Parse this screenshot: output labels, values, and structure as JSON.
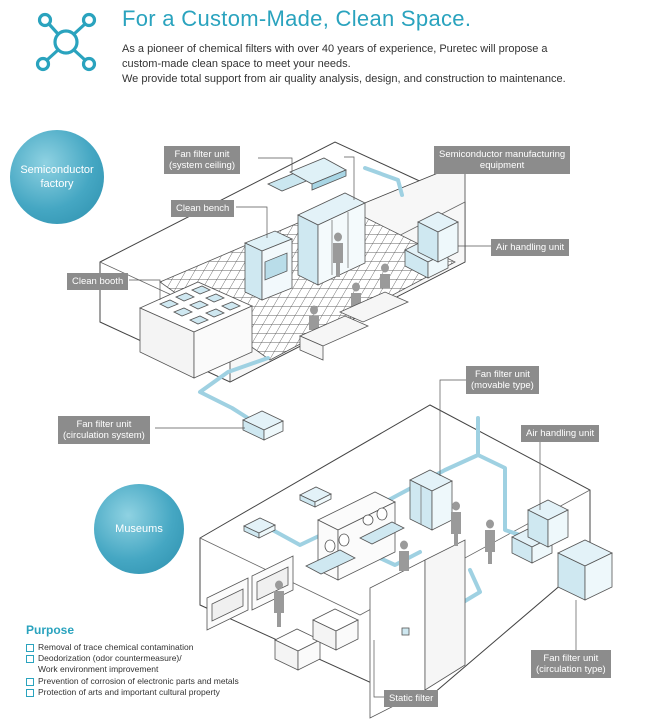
{
  "header": {
    "title": "For a Custom-Made, Clean Space.",
    "intro": [
      "As a pioneer of chemical filters with over 40 years of experience, Puretec will propose a",
      "custom-made clean space to meet your needs.",
      "We provide total support from air quality analysis, design, and construction to maintenance."
    ]
  },
  "sections": {
    "semiconductor": {
      "title": [
        "Semiconductor",
        "factory"
      ],
      "labels": {
        "ffu_ceiling": [
          "Fan filter unit",
          "(system ceiling)"
        ],
        "clean_bench": [
          "Clean bench"
        ],
        "clean_booth": [
          "Clean booth"
        ],
        "semi_equipment": [
          "Semiconductor manufacturing",
          "equipment"
        ],
        "ahu": [
          "Air handling unit"
        ],
        "ffu_circulation": [
          "Fan filter unit",
          "(circulation system)"
        ]
      }
    },
    "museums": {
      "title": [
        "Museums"
      ],
      "labels": {
        "ffu_movable": [
          "Fan filter unit",
          "(movable type)"
        ],
        "ahu": [
          "Air handling unit"
        ],
        "ffu_circulation_type": [
          "Fan filter unit",
          "(circulation type)"
        ],
        "static_filter": [
          "Static filter"
        ]
      }
    }
  },
  "purpose": {
    "title": "Purpose",
    "items": [
      [
        "Removal of trace chemical contamination"
      ],
      [
        "Deodorization (odor countermeasure)/",
        "Work environment improvement"
      ],
      [
        "Prevention of corrosion of electronic parts and metals"
      ],
      [
        "Protection of arts and important cultural property"
      ]
    ]
  },
  "colors": {
    "accent": "#2aa3be",
    "duct": "#9fd1e2",
    "label_bg": "#8c8c8c"
  }
}
